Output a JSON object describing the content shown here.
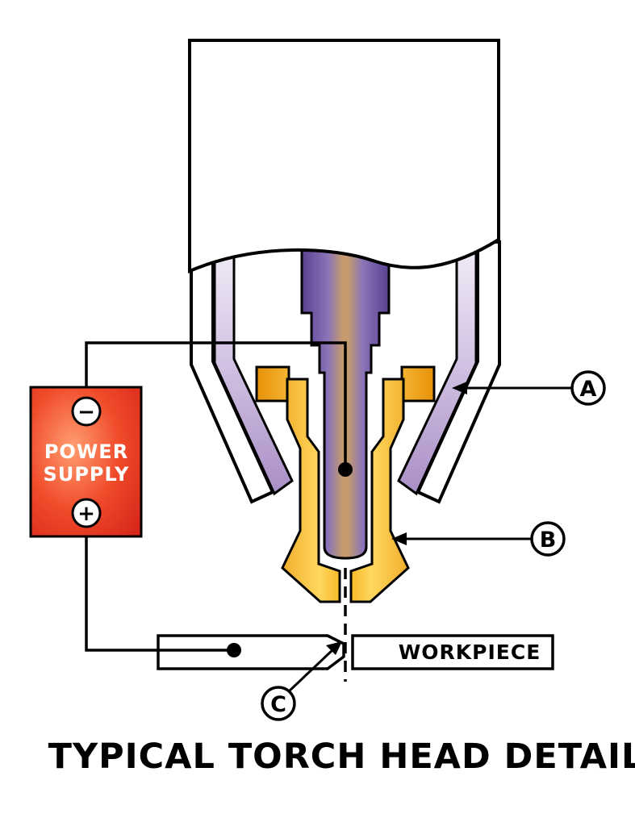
{
  "title": "TYPICAL TORCH HEAD DETAIL",
  "power_supply": {
    "line1": "POWER",
    "line2": "SUPPLY",
    "negative_symbol": "−",
    "positive_symbol": "+"
  },
  "workpiece": {
    "label": "WORKPIECE"
  },
  "callouts": {
    "a": "A",
    "b": "B",
    "c": "C"
  },
  "colors": {
    "power_supply_red": "#E02818",
    "power_supply_highlight": "#FF9E70",
    "nozzle_gold": "#F6B21B",
    "nozzle_gold_dark": "#E8920A",
    "electrode_purple": "#5A4191",
    "electrode_copper": "#C59A6E",
    "retaining_cup_lavender": "#A98FC6",
    "outline_black": "#000000",
    "background": "#FFFFFF"
  }
}
